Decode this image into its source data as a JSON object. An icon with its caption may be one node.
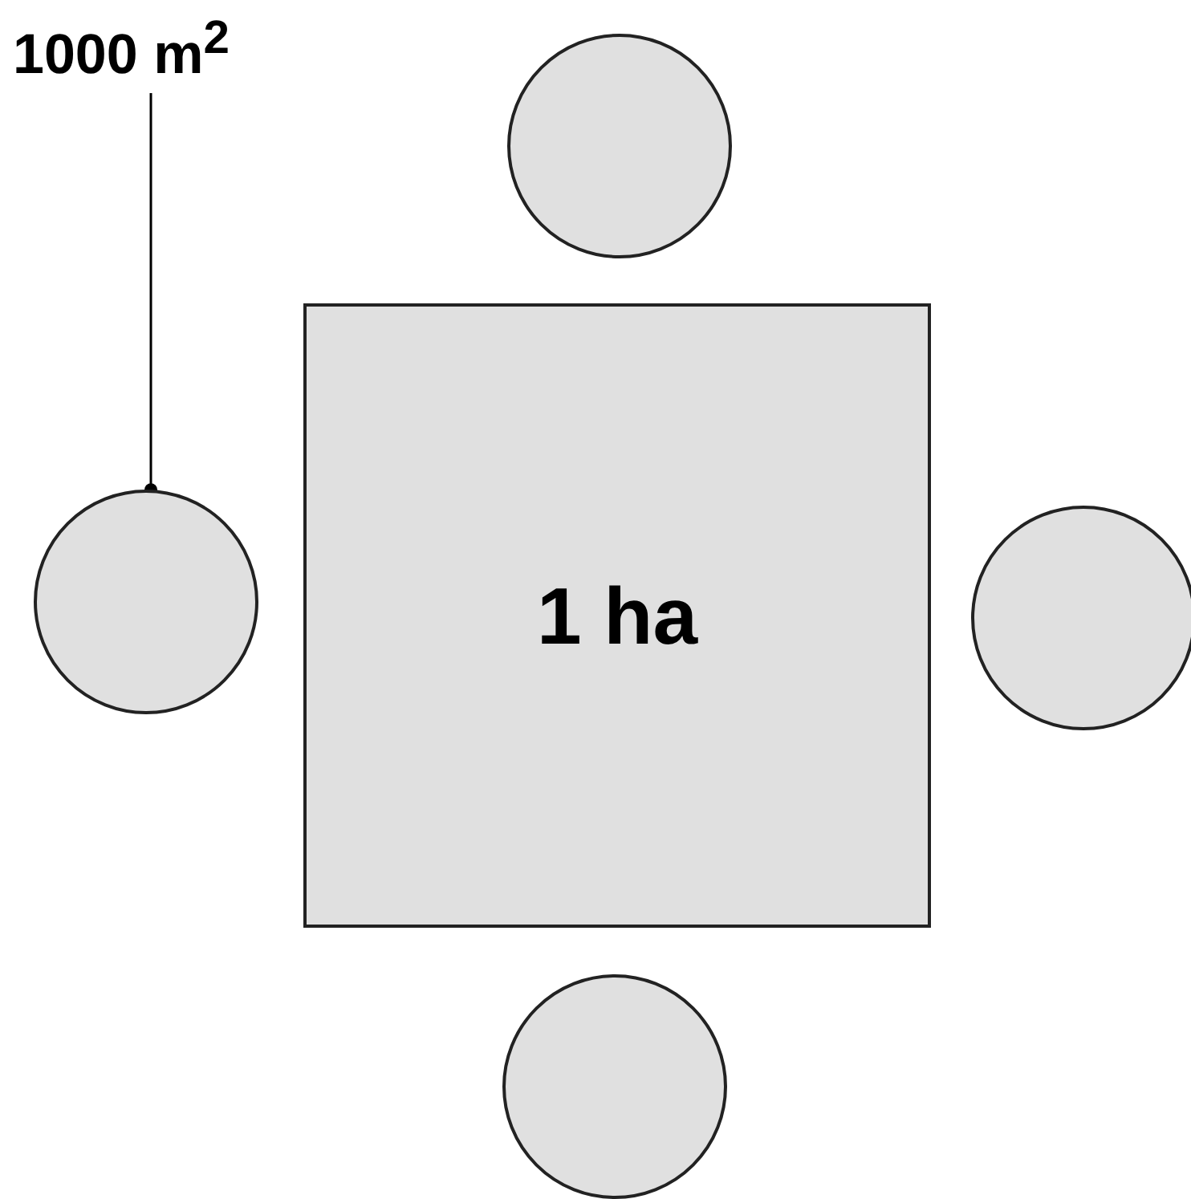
{
  "diagram": {
    "nodes": [
      {
        "text": [
          "1000 m$^{2}$"
        ]
      },
      {
        "text": [],
        "shape": "circle"
      },
      {
        "text": [],
        "shape": "circle"
      },
      {
        "text": [
          "1 ha"
        ]
      },
      {
        "text": [],
        "shape": "circle"
      },
      {
        "text": [],
        "shape": "circle"
      }
    ],
    "edges": [
      {
        "from": 0,
        "to": 2,
        "arrow": "other"
      }
    ]
  }
}
